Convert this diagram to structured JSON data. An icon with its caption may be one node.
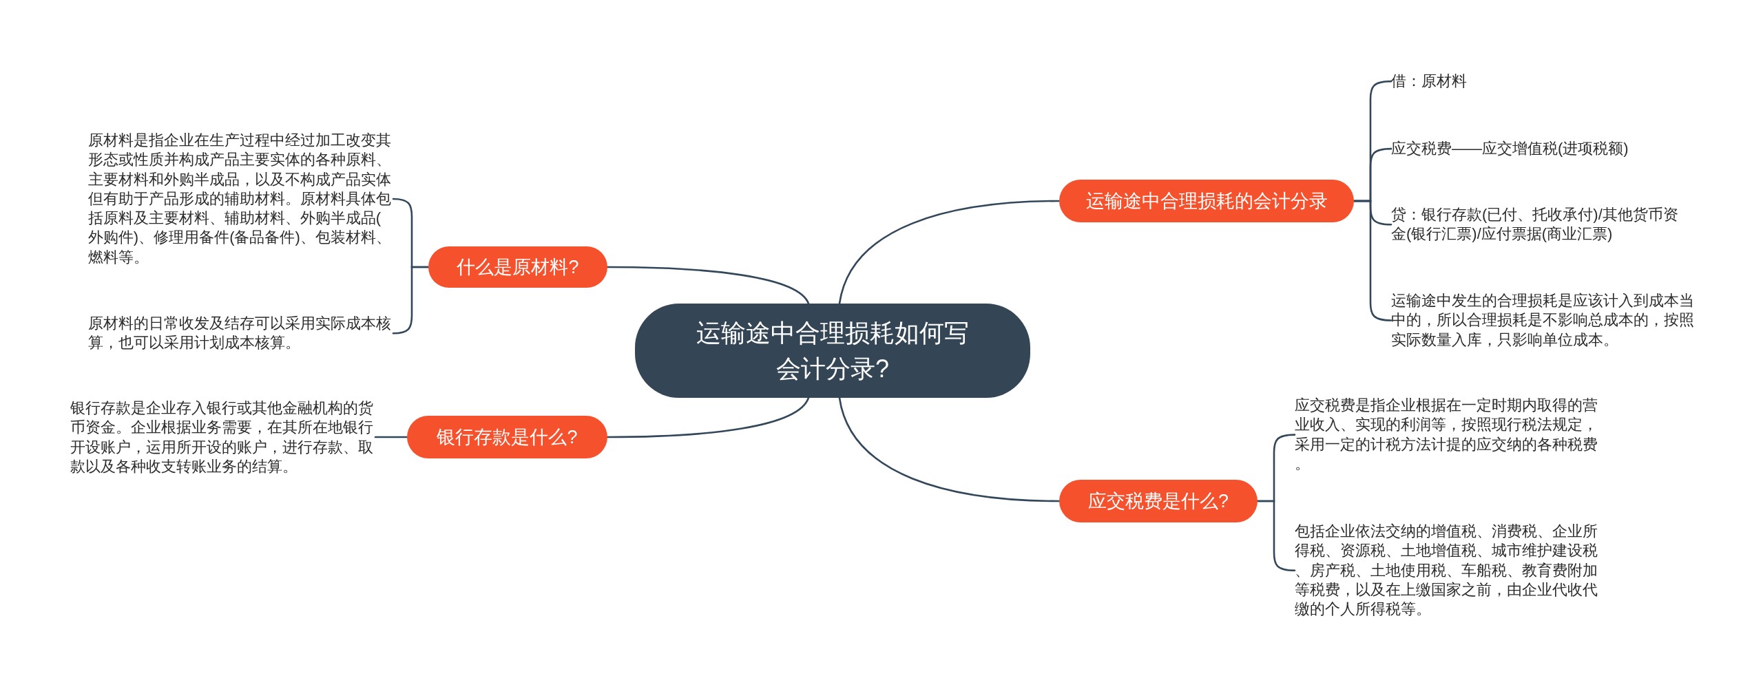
{
  "diagram": {
    "nodes": [
      {
        "text": [
          "运输途中合理损耗如何写会计分录?"
        ]
      },
      {
        "text": [
          "什么是原材料?"
        ]
      },
      {
        "text": [
          "原材料是指企业在生产过程中经过加工改变其形态或性质并构成产品主要实体的各种原料、主要材料和外购半成品，以及不构成产品实体但有助于产品形成的辅助材料。原材料具体包括原料及主要材料、辅助材料、外购半成品(外购件)、修理用备件(备品备件)、包装材料、燃料等。"
        ]
      },
      {
        "text": [
          "原材料的日常收发及结存可以采用实际成本核算，也可以采用计划成本核算。"
        ]
      },
      {
        "text": [
          "银行存款是什么?"
        ]
      },
      {
        "text": [
          "银行存款是企业存入银行或其他金融机构的货币资金。企业根据业务需要，在其所在地银行开设账户，运用所开设的账户，进行存款、取款以及各种收支转账业务的结算。"
        ]
      },
      {
        "text": [
          "运输途中合理损耗的会计分录"
        ]
      },
      {
        "text": [
          "借：原材料"
        ]
      },
      {
        "text": [
          "应交税费——应交增值税(进项税额)"
        ]
      },
      {
        "text": [
          "贷：银行存款(已付、托收承付)/其他货币资金(银行汇票)/应付票据(商业汇票)"
        ]
      },
      {
        "text": [
          "运输途中发生的合理损耗是应该计入到成本当中的，所以合理损耗是不影响总成本的，按照实际数量入库，只影响单位成本。"
        ]
      },
      {
        "text": [
          "应交税费是什么?"
        ]
      },
      {
        "text": [
          "应交税费是指企业根据在一定时期内取得的营业收入、实现的利润等，按照现行税法规定，采用一定的计税方法计提的应交纳的各种税费。"
        ]
      },
      {
        "text": [
          "包括企业依法交纳的增值税、消费税、企业所得税、资源税、土地增值税、城市维护建设税、房产税、土地使用税、车船税、教育费附加等税费，以及在上缴国家之前，由企业代收代缴的个人所得税等。"
        ]
      }
    ],
    "edges": [
      {
        "from": 0,
        "to": 1,
        "arrow": "none"
      },
      {
        "from": 1,
        "to": 2,
        "arrow": "none"
      },
      {
        "from": 1,
        "to": 3,
        "arrow": "none"
      },
      {
        "from": 0,
        "to": 4,
        "arrow": "none"
      },
      {
        "from": 4,
        "to": 5,
        "arrow": "none"
      },
      {
        "from": 0,
        "to": 6,
        "arrow": "none"
      },
      {
        "from": 6,
        "to": 7,
        "arrow": "none"
      },
      {
        "from": 6,
        "to": 8,
        "arrow": "none"
      },
      {
        "from": 6,
        "to": 9,
        "arrow": "none"
      },
      {
        "from": 6,
        "to": 10,
        "arrow": "none"
      },
      {
        "from": 0,
        "to": 11,
        "arrow": "none"
      },
      {
        "from": 11,
        "to": 12,
        "arrow": "none"
      },
      {
        "from": 11,
        "to": 13,
        "arrow": "none"
      }
    ]
  }
}
